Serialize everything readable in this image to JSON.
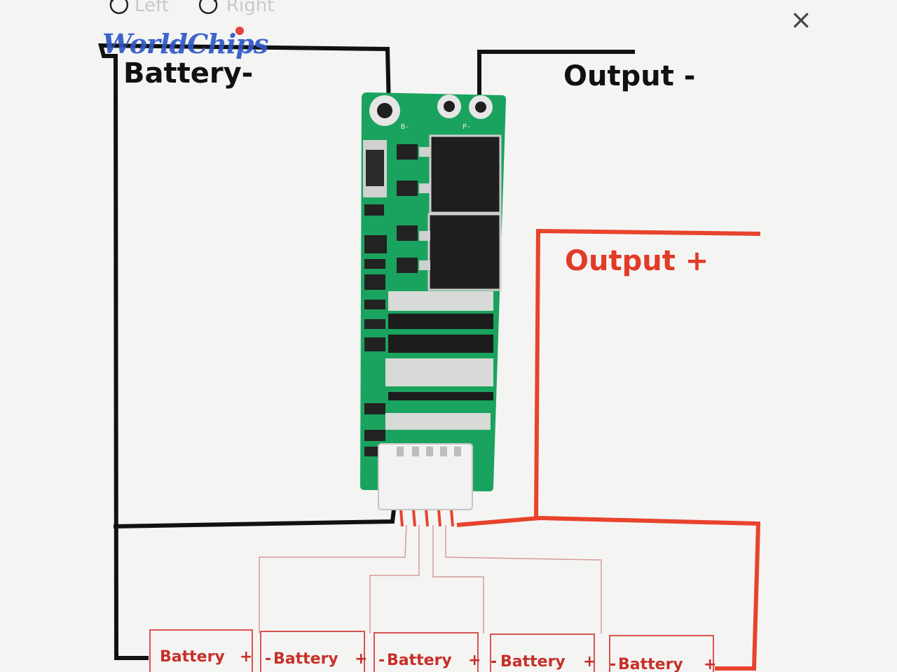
{
  "toolbar": {
    "rotate_left_label": "Left",
    "rotate_right_label": "Right"
  },
  "viewer": {
    "close_glyph": "×"
  },
  "logo": {
    "text": "WorldChips"
  },
  "diagram": {
    "battery_neg_label": "Battery-",
    "output_neg_label": "Output -",
    "output_pos_label": "Output +",
    "cells": [
      {
        "label": "Battery"
      },
      {
        "label": "Battery"
      },
      {
        "label": "Battery"
      },
      {
        "label": "Battery"
      },
      {
        "label": "Battery"
      }
    ],
    "colors": {
      "negative_wire": "#111111",
      "positive_wire": "#e8432c",
      "balance_wire": "#d99a9a",
      "pcb": "#1aa35f"
    }
  }
}
